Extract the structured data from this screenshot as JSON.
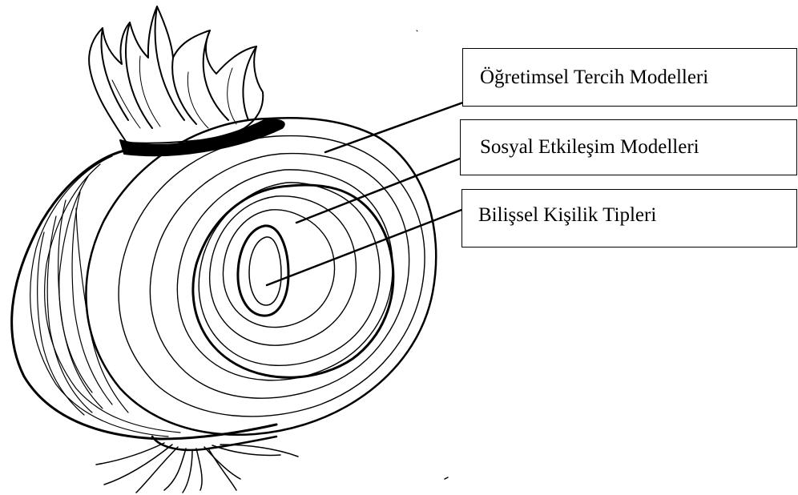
{
  "diagram": {
    "subject-icon": "onion-cross-section",
    "layers": [
      {
        "id": "outer",
        "label": "Öğretimsel Tercih Modelleri"
      },
      {
        "id": "middle",
        "label": "Sosyal Etkileşim Modelleri"
      },
      {
        "id": "inner",
        "label": "Bilişsel Kişilik Tipleri"
      }
    ],
    "line_color": "#000000",
    "background_color": "#ffffff"
  }
}
